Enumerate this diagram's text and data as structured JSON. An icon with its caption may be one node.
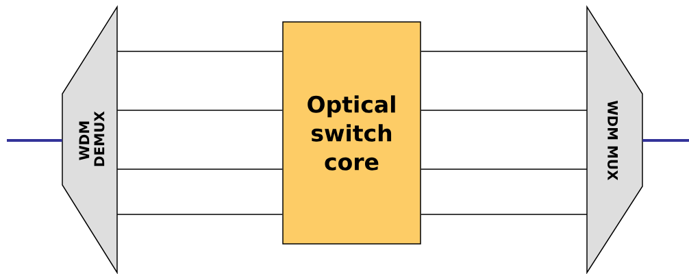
{
  "diagram": {
    "nodes": [
      {
        "text": [
          "WDM DEMUX"
        ]
      },
      {
        "text": [
          "Optical switch core"
        ]
      },
      {
        "text": [
          "WDM MUX"
        ]
      }
    ],
    "edges": [
      {
        "from": null,
        "to": 0,
        "arrow": "none",
        "style": "thick",
        "color": "#333399"
      },
      {
        "from": 0,
        "to": 1,
        "arrow": "none"
      },
      {
        "from": 0,
        "to": 1,
        "arrow": "none"
      },
      {
        "from": 0,
        "to": 1,
        "arrow": "none"
      },
      {
        "from": 0,
        "to": 1,
        "arrow": "none"
      },
      {
        "from": 1,
        "to": 2,
        "arrow": "none"
      },
      {
        "from": 1,
        "to": 2,
        "arrow": "none"
      },
      {
        "from": 1,
        "to": 2,
        "arrow": "none"
      },
      {
        "from": 1,
        "to": 2,
        "arrow": "none"
      },
      {
        "from": 2,
        "to": null,
        "arrow": "none",
        "style": "thick",
        "color": "#333399"
      }
    ]
  }
}
